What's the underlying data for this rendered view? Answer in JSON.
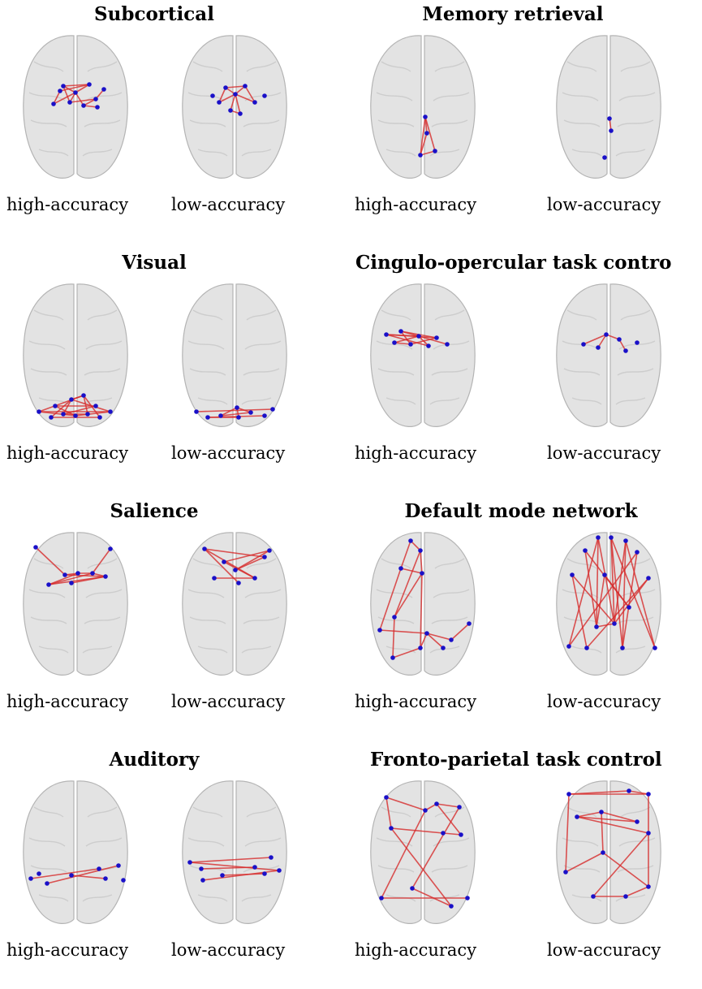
{
  "panels": [
    {
      "title": "Subcortical",
      "captions": [
        "high-accuracy",
        "low-accuracy"
      ]
    },
    {
      "title": "Memory retrieval",
      "captions": [
        "high-accuracy",
        "low-accuracy"
      ]
    },
    {
      "title": "Visual",
      "captions": [
        "high-accuracy",
        "low-accuracy"
      ]
    },
    {
      "title": "Cingulo-opercular task contro",
      "captions": [
        "high-accuracy",
        "low-accuracy"
      ]
    },
    {
      "title": "Salience",
      "captions": [
        "high-accuracy",
        "low-accuracy"
      ]
    },
    {
      "title": "Default mode network",
      "captions": [
        "high-accuracy",
        "low-accuracy"
      ]
    },
    {
      "title": "Auditory",
      "captions": [
        "high-accuracy",
        "low-accuracy"
      ]
    },
    {
      "title": "Fronto-parietal task control",
      "captions": [
        "high-accuracy",
        "low-accuracy"
      ]
    }
  ],
  "colors": {
    "brain_fill": "#e3e3e3",
    "brain_stroke": "#b4b4b4",
    "edge": "#d62a2a",
    "node": "#1a10c8"
  }
}
